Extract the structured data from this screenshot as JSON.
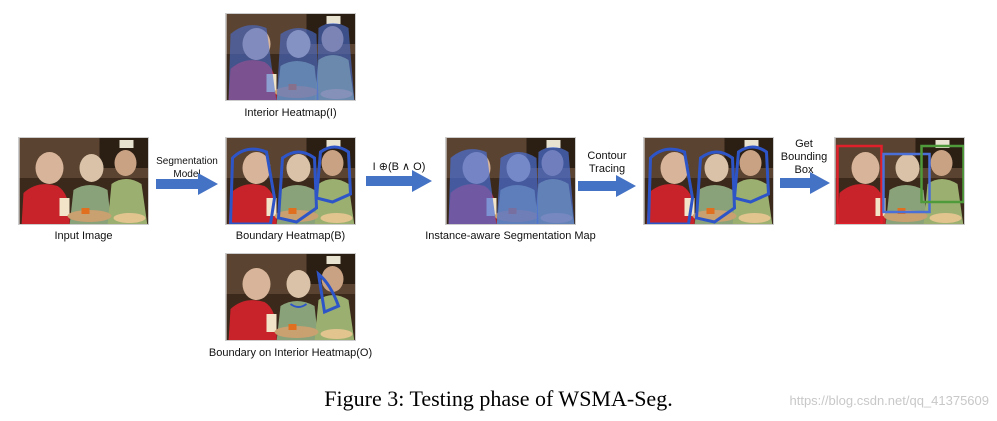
{
  "labels": {
    "input_image": "Input Image",
    "segmentation_model": "Segmentation\nModel",
    "interior_heatmap": "Interior Heatmap(I)",
    "boundary_heatmap": "Boundary Heatmap(B)",
    "boundary_on_interior": "Boundary on Interior Heatmap(O)",
    "operation_formula": "I ⊕(B ∧ O)",
    "instance_map": "Instance-aware Segmentation Map",
    "contour_tracing": "Contour\nTracing",
    "get_bounding_box": "Get\nBounding\nBox"
  },
  "caption": "Figure 3: Testing phase of WSMA-Seg.",
  "watermark": "https://blog.csdn.net/qq_41375609",
  "colors": {
    "arrow": "#4472c4",
    "overlay_blue": "#4a6fd6",
    "boundary_blue": "#2e55c8",
    "box_red": "#e0202a",
    "box_blue": "#4a6fd6",
    "box_green": "#4f9a3a"
  }
}
